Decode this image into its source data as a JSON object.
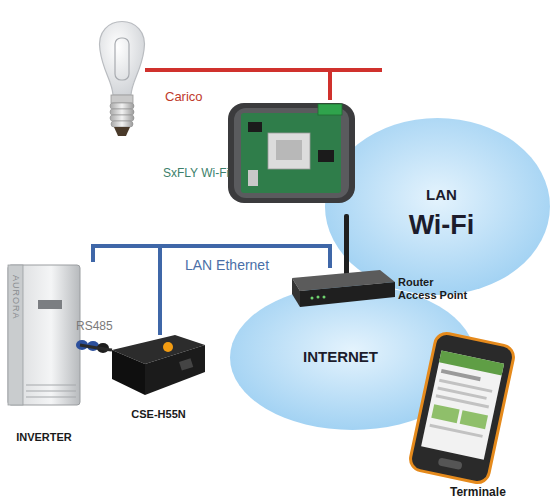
{
  "diagram": {
    "nodes": [
      {
        "text": [
          "Carico"
        ]
      },
      {
        "text": [
          "SxFLY Wi-Fi"
        ]
      },
      {
        "text": [
          "LAN",
          "Wi-Fi"
        ]
      },
      {
        "text": [
          "Router Access Point"
        ]
      },
      {
        "text": [
          "INTERNET"
        ]
      },
      {
        "text": [
          "AURORA",
          "INVERTER"
        ]
      },
      {
        "text": [
          "CSE-H55N"
        ]
      },
      {
        "text": [
          "Terminale"
        ]
      }
    ],
    "edges": [
      {
        "from": 0,
        "to": 1,
        "arrow": "none"
      },
      {
        "from": 5,
        "to": 6,
        "label": "RS485",
        "arrow": "none"
      },
      {
        "from": 6,
        "to": 3,
        "label": "LAN Ethernet",
        "arrow": "none"
      }
    ]
  }
}
